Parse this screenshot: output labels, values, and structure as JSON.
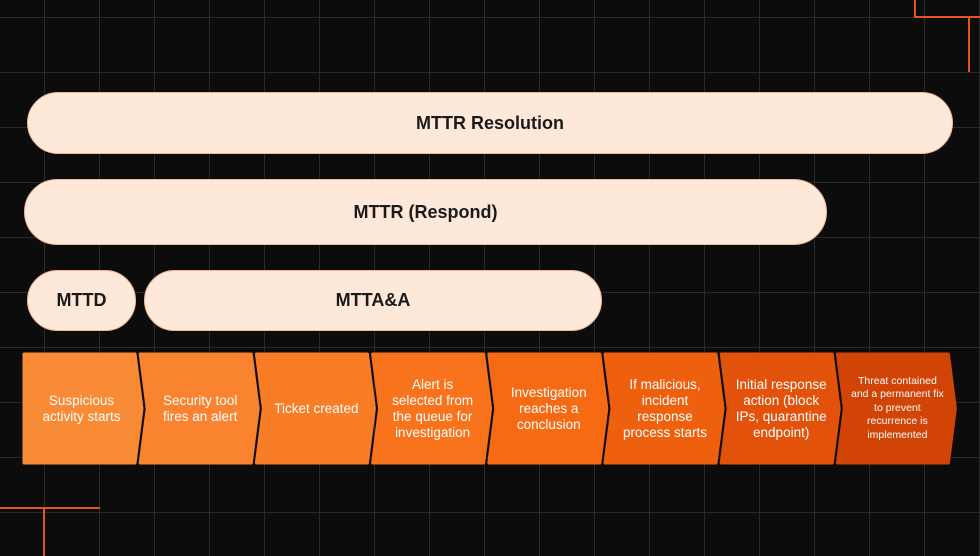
{
  "bars": {
    "resolution": "MTTR Resolution",
    "respond": "MTTR (Respond)",
    "mttd": "MTTD",
    "mtta": "MTTA&A"
  },
  "steps": [
    {
      "label": "Suspicious activity starts",
      "color": "#f98a36"
    },
    {
      "label": "Security tool fires an alert",
      "color": "#f9832e"
    },
    {
      "label": "Ticket created",
      "color": "#f97c26"
    },
    {
      "label": "Alert is selected from the queue for investigation",
      "color": "#f8731c"
    },
    {
      "label": "Investigation reaches a conclusion",
      "color": "#f66a14"
    },
    {
      "label": "If malicious, incident response process starts",
      "color": "#ef600e"
    },
    {
      "label": "Initial response action (block IPs, quarantine endpoint)",
      "color": "#e2520a"
    },
    {
      "label": "Threat contained and a permanent fix to prevent recurrence is implemented",
      "color": "#d24306"
    }
  ]
}
